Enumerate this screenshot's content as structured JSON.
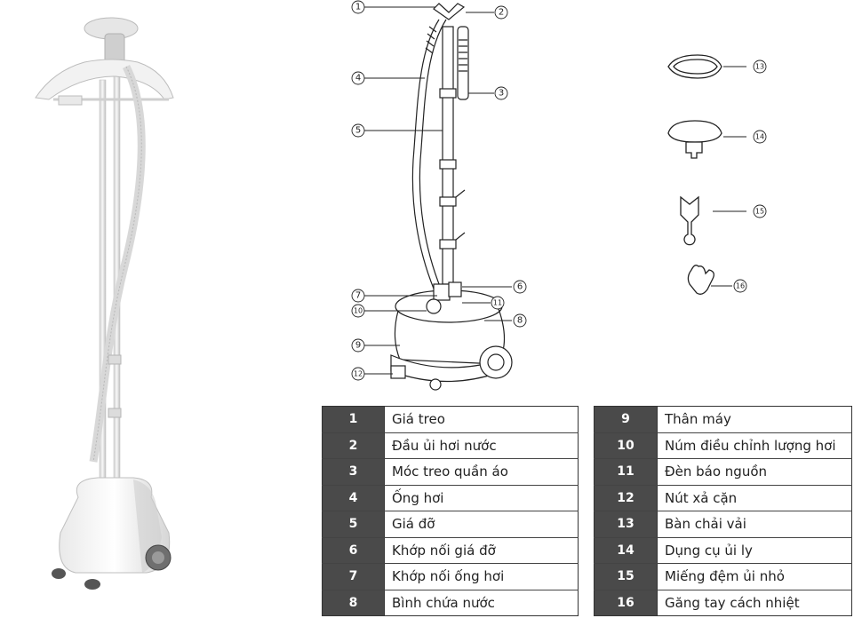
{
  "diagram": {
    "callouts": [
      "1",
      "2",
      "3",
      "4",
      "5",
      "6",
      "7",
      "8",
      "9",
      "10",
      "11",
      "12"
    ],
    "accessory_callouts": [
      "13",
      "14",
      "15",
      "16"
    ]
  },
  "parts": [
    {
      "num": "1",
      "name": "Giá treo"
    },
    {
      "num": "2",
      "name": "Đầu ủi hơi nước"
    },
    {
      "num": "3",
      "name": "Móc treo quần áo"
    },
    {
      "num": "4",
      "name": "Ống hơi"
    },
    {
      "num": "5",
      "name": "Giá đỡ"
    },
    {
      "num": "6",
      "name": "Khớp nối giá đỡ"
    },
    {
      "num": "7",
      "name": "Khớp nối ống hơi"
    },
    {
      "num": "8",
      "name": "Bình chứa nước"
    },
    {
      "num": "9",
      "name": "Thân máy"
    },
    {
      "num": "10",
      "name": "Núm điều chỉnh lượng hơi"
    },
    {
      "num": "11",
      "name": "Đèn báo nguồn"
    },
    {
      "num": "12",
      "name": "Nút xả cặn"
    },
    {
      "num": "13",
      "name": "Bàn chải vải"
    },
    {
      "num": "14",
      "name": "Dụng cụ ủi ly"
    },
    {
      "num": "15",
      "name": "Miếng đệm ủi nhỏ"
    },
    {
      "num": "16",
      "name": "Găng tay cách nhiệt"
    }
  ],
  "colors": {
    "header_cell": "#4a4a4a",
    "line": "#222222",
    "body_white": "#f4f4f4",
    "accent_grey": "#bdbdbd"
  }
}
